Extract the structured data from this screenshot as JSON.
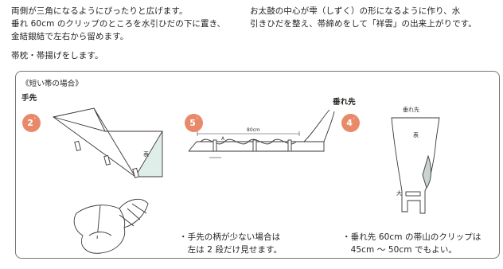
{
  "top_text": {
    "left": [
      "両側が三角になるようにぴったりと広げます。",
      "垂れ 60cm のクリップのところを水引ひだの下に置き、",
      "金結銀結で左右から留めます。",
      "帯枕・帯揚げをします。"
    ],
    "right": [
      "お太鼓の中心が雫（しずく）の形になるように作り、水",
      "引きひだを整え、帯締めをして「祥雲」の出来上がりです。"
    ]
  },
  "box": {
    "heading": "《短い帯の場合》",
    "tesaki_label": "手先",
    "tare_label": "垂れ先",
    "steps": [
      {
        "num": "2",
        "mark": "'"
      },
      {
        "num": "5",
        "mark": "'"
      },
      {
        "num": "4",
        "mark": "'"
      }
    ],
    "diagram2": {
      "omote": "表"
    },
    "diagram5": {
      "length": "80cm",
      "point": "A"
    },
    "diagram4": {
      "title": "垂れ先",
      "omote": "表",
      "dai": "大"
    },
    "note_left": [
      "・手先の柄が少ない場合は",
      "　左は 2 段だけ見せます。"
    ],
    "note_right": [
      "・垂れ先 60cm の帯山のクリップは",
      "　45cm ～ 50cm でもよい。"
    ]
  },
  "colors": {
    "badge": "#e88a6a",
    "obi_fill": "#dfeee9",
    "line": "#3a3633"
  }
}
